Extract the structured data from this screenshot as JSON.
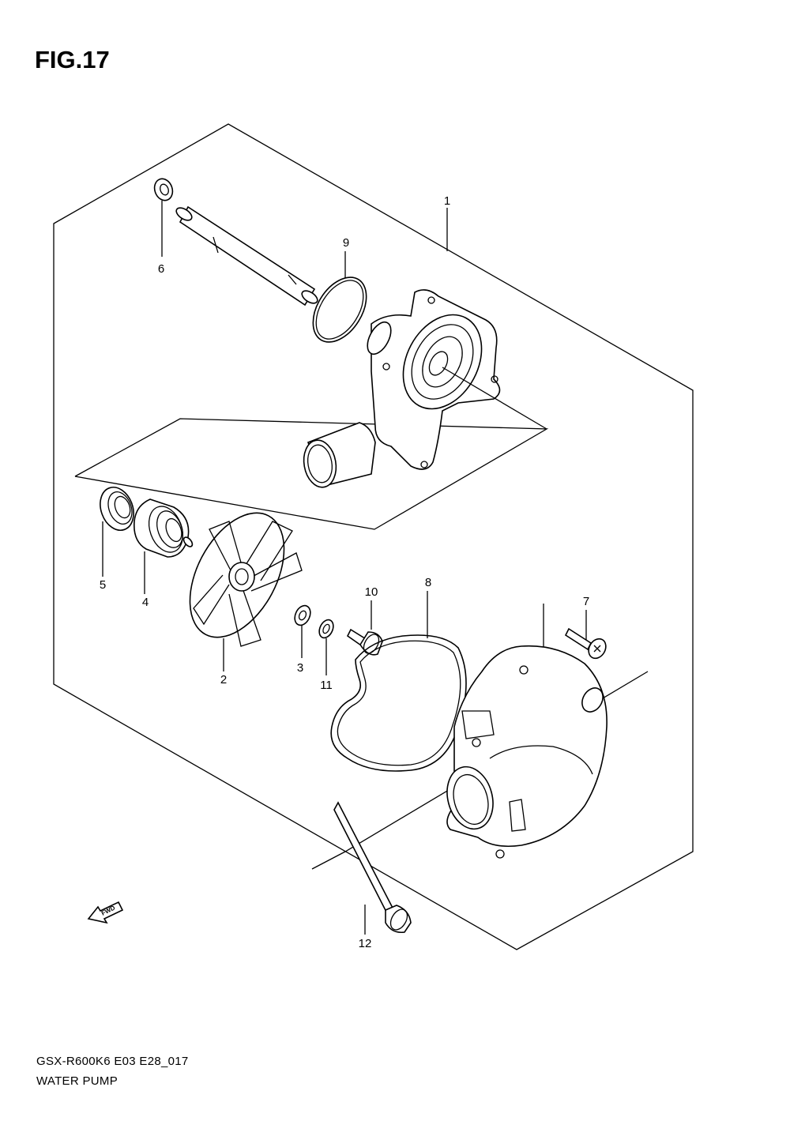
{
  "figure": {
    "title": "FIG.17"
  },
  "footer": {
    "model_code": "GSX-R600K6 E03 E28_017",
    "diagram_name": "WATER PUMP"
  },
  "direction_marker": {
    "label": "FWD"
  },
  "callouts": [
    {
      "id": "c1",
      "text": "1"
    },
    {
      "id": "c2",
      "text": "2"
    },
    {
      "id": "c3",
      "text": "3"
    },
    {
      "id": "c4",
      "text": "4"
    },
    {
      "id": "c5",
      "text": "5"
    },
    {
      "id": "c6",
      "text": "6"
    },
    {
      "id": "c7",
      "text": "7"
    },
    {
      "id": "c8",
      "text": "8"
    },
    {
      "id": "c9",
      "text": "9"
    },
    {
      "id": "c10",
      "text": "10"
    },
    {
      "id": "c11",
      "text": "11"
    },
    {
      "id": "c12",
      "text": "12"
    }
  ]
}
